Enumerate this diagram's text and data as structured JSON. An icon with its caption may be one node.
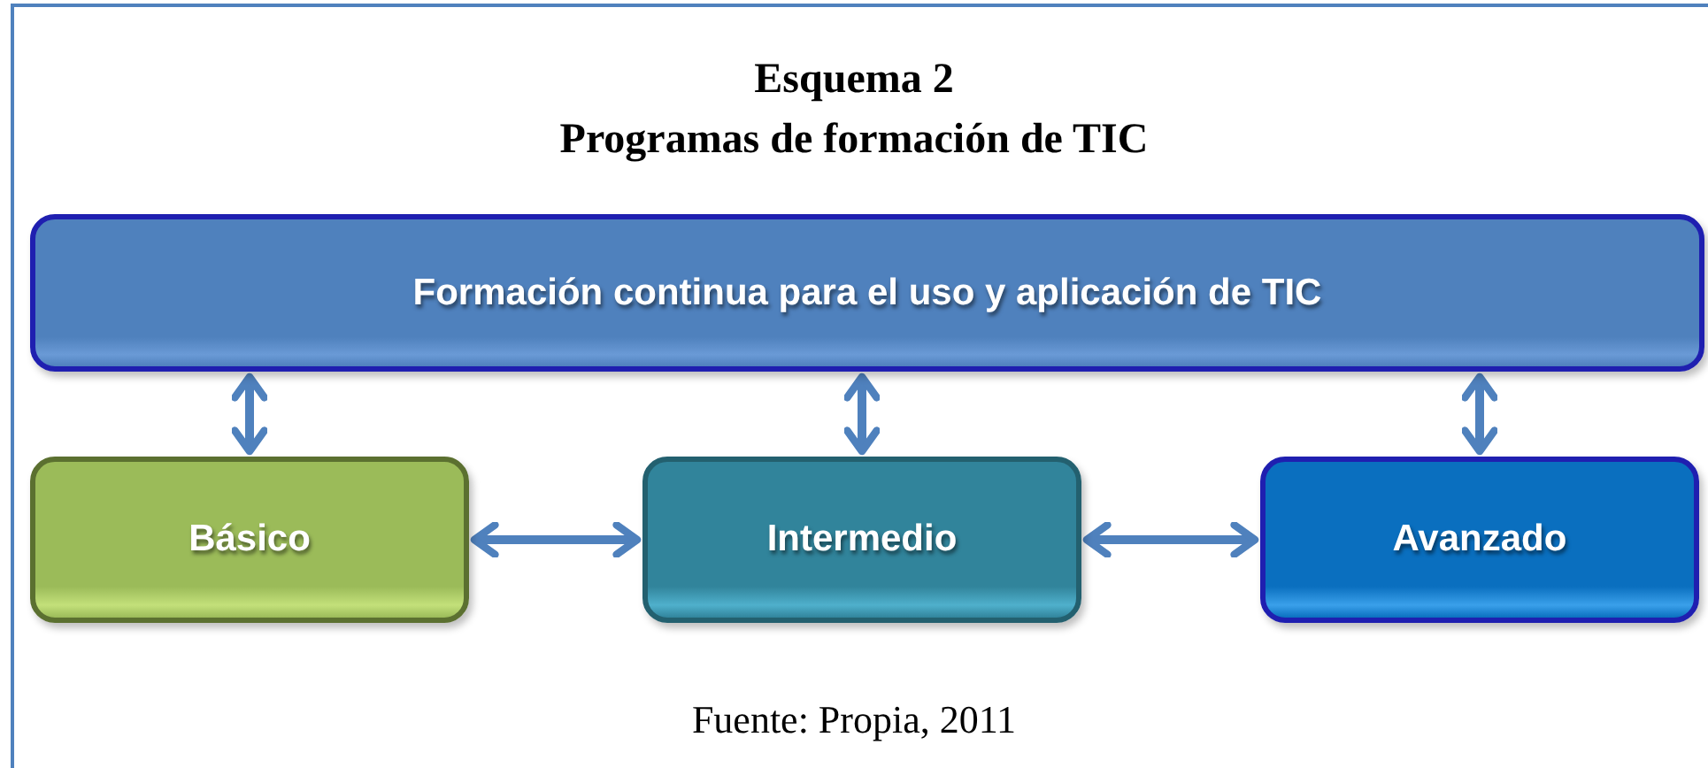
{
  "diagram": {
    "title": "Esquema 2",
    "labels": [
      "Programas de formación de TIC"
    ],
    "caption": "Fuente: Propia, 2011",
    "nodes": [
      {
        "text": [
          "Formación continua para el uso y aplicación de TIC"
        ]
      },
      {
        "text": [
          "Básico"
        ]
      },
      {
        "text": [
          "Intermedio"
        ]
      },
      {
        "text": [
          "Avanzado"
        ]
      }
    ],
    "edges": [
      {
        "from": 0,
        "to": 1,
        "arrow": "both"
      },
      {
        "from": 0,
        "to": 2,
        "arrow": "both"
      },
      {
        "from": 0,
        "to": 3,
        "arrow": "both"
      },
      {
        "from": 1,
        "to": 2,
        "arrow": "both"
      },
      {
        "from": 2,
        "to": 3,
        "arrow": "both"
      }
    ]
  }
}
